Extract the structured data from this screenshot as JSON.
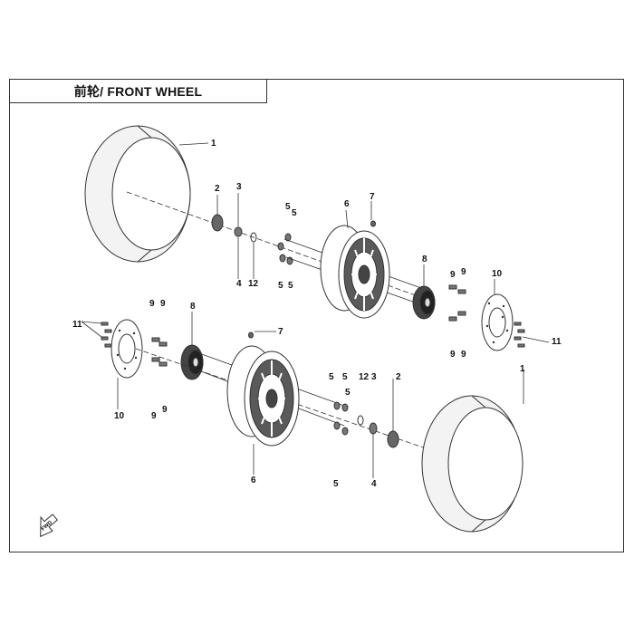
{
  "title": "前轮/ FRONT WHEEL",
  "direction_marker": "FWD",
  "colors": {
    "line": "#333333",
    "tire_fill": "#f3f3f3",
    "rim_fill": "#5a5a5a",
    "hub_fill": "#444444"
  },
  "callouts": [
    {
      "id": "c1a",
      "text": "1",
      "part": "tire"
    },
    {
      "id": "c2a",
      "text": "2",
      "part": "hub-cap"
    },
    {
      "id": "c3a",
      "text": "3",
      "part": "nut"
    },
    {
      "id": "c4a",
      "text": "4",
      "part": "washer"
    },
    {
      "id": "c12a",
      "text": "12",
      "part": "washer"
    },
    {
      "id": "c5a",
      "text": "5",
      "part": "lug-nut"
    },
    {
      "id": "c5b",
      "text": "5",
      "part": "lug-nut"
    },
    {
      "id": "c5c",
      "text": "5",
      "part": "lug-nut"
    },
    {
      "id": "c5d",
      "text": "5",
      "part": "lug-nut"
    },
    {
      "id": "c6a",
      "text": "6",
      "part": "rim"
    },
    {
      "id": "c7a",
      "text": "7",
      "part": "valve"
    },
    {
      "id": "c8a",
      "text": "8",
      "part": "hub"
    },
    {
      "id": "c9a",
      "text": "9",
      "part": "bolt"
    },
    {
      "id": "c9b",
      "text": "9",
      "part": "bolt"
    },
    {
      "id": "c9c",
      "text": "9",
      "part": "bolt"
    },
    {
      "id": "c9d",
      "text": "9",
      "part": "bolt"
    },
    {
      "id": "c10a",
      "text": "10",
      "part": "brake-disc"
    },
    {
      "id": "c11a",
      "text": "11",
      "part": "disc-bolt"
    },
    {
      "id": "c11b",
      "text": "11",
      "part": "disc-bolt"
    },
    {
      "id": "c10b",
      "text": "10",
      "part": "brake-disc"
    },
    {
      "id": "c9e",
      "text": "9",
      "part": "bolt"
    },
    {
      "id": "c9f",
      "text": "9",
      "part": "bolt"
    },
    {
      "id": "c9g",
      "text": "9",
      "part": "bolt"
    },
    {
      "id": "c9h",
      "text": "9",
      "part": "bolt"
    },
    {
      "id": "c8b",
      "text": "8",
      "part": "hub"
    },
    {
      "id": "c7b",
      "text": "7",
      "part": "valve"
    },
    {
      "id": "c6b",
      "text": "6",
      "part": "rim"
    },
    {
      "id": "c5e",
      "text": "5",
      "part": "lug-nut"
    },
    {
      "id": "c5f",
      "text": "5",
      "part": "lug-nut"
    },
    {
      "id": "c5g",
      "text": "5",
      "part": "lug-nut"
    },
    {
      "id": "c5h",
      "text": "5",
      "part": "lug-nut"
    },
    {
      "id": "c12b",
      "text": "12",
      "part": "washer"
    },
    {
      "id": "c3b",
      "text": "3",
      "part": "nut"
    },
    {
      "id": "c2b",
      "text": "2",
      "part": "hub-cap"
    },
    {
      "id": "c4b",
      "text": "4",
      "part": "washer"
    },
    {
      "id": "c1b",
      "text": "1",
      "part": "tire"
    }
  ]
}
